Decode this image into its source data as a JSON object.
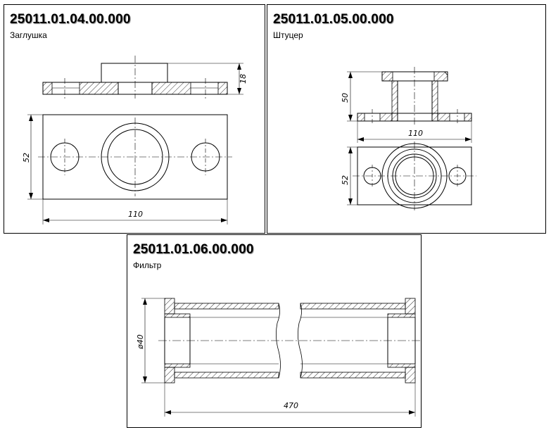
{
  "panels": [
    {
      "code": "25011.01.04.00.000",
      "name": "Заглушка"
    },
    {
      "code": "25011.01.05.00.000",
      "name": "Штуцер"
    },
    {
      "code": "25011.01.06.00.000",
      "name": "Фильтр"
    }
  ],
  "dimensions": {
    "zaglushka": {
      "height": "18",
      "width": "52",
      "length": "110"
    },
    "shtutser": {
      "height": "50",
      "width": "52",
      "length": "110"
    },
    "filtr": {
      "diameter": "ø40",
      "length": "470"
    }
  }
}
